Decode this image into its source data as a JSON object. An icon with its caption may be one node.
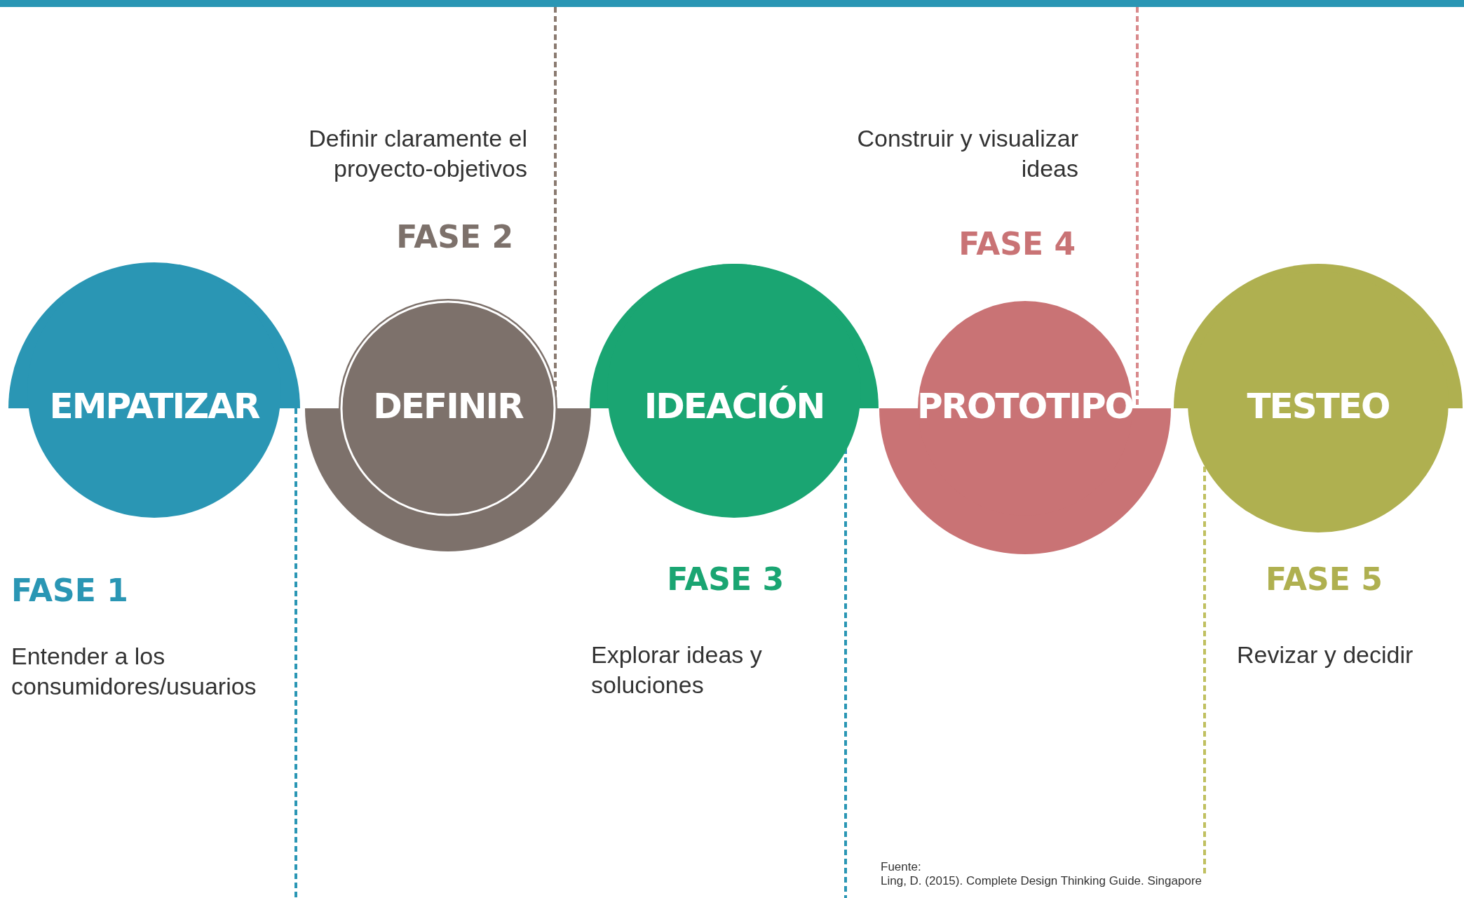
{
  "diagram": {
    "nodes": [
      {
        "text": [
          "EMPATIZAR"
        ],
        "beside": [
          "FASE 1",
          "Entender a los consumidores/usuarios"
        ]
      },
      {
        "text": [
          "DEFINIR"
        ],
        "beside": [
          "FASE 2",
          "Definir claramente el proyecto-objetivos"
        ]
      },
      {
        "text": [
          "IDEACIÓN"
        ],
        "beside": [
          "FASE 3",
          "Explorar ideas y soluciones"
        ]
      },
      {
        "text": [
          "PROTOTIPO"
        ],
        "beside": [
          "FASE 4",
          "Construir y visualizar ideas"
        ]
      },
      {
        "text": [
          "TESTEO"
        ],
        "beside": [
          "FASE 5",
          "Revizar y decidir"
        ]
      }
    ],
    "labels": [
      "Fuente:",
      "Ling, D. (2015). Complete Design Thinking Guide. Singapore"
    ]
  }
}
